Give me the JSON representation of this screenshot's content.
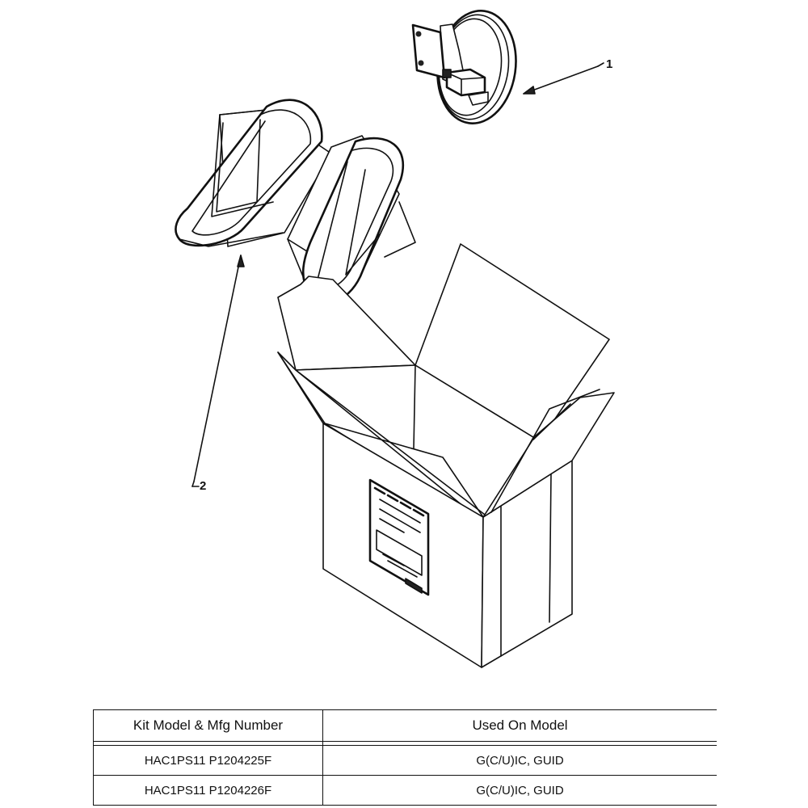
{
  "callouts": {
    "one": "1",
    "two": "2"
  },
  "table": {
    "headers": [
      "Kit Model & Mfg Number",
      "Used On Model"
    ],
    "rows": [
      [
        "HAC1PS11 P1204225F",
        "G(C/U)IC, GUID"
      ],
      [
        "HAC1PS11 P1204226F",
        "G(C/U)IC, GUID"
      ]
    ]
  }
}
